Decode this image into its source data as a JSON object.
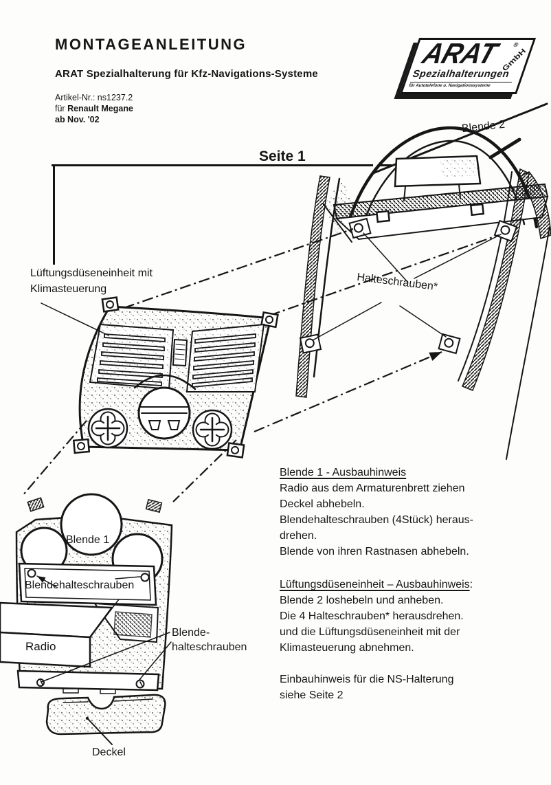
{
  "page": {
    "title": "MONTAGEANLEITUNG",
    "subtitle": "ARAT Spezialhalterung für Kfz-Navigations-Systeme",
    "article_no": "Artikel-Nr.: ns1237.2",
    "for_prefix": "für ",
    "vehicle": "Renault Megane",
    "from_date": "ab Nov. '02",
    "section_heading": "Seite 1"
  },
  "logo": {
    "brand": "ARAT",
    "registered": "®",
    "gmbh": "GmbH",
    "line1": "Spezialhalterungen",
    "line2": "für Autotelefone u. Navigationssysteme"
  },
  "diagram_labels": {
    "blende2": "Blende 2",
    "lueftung_line1": "Lüftungsdüseneinheit mit",
    "lueftung_line2": "Klimasteuerung",
    "halteschrauben": "Halteschrauben*",
    "blende1": "Blende 1",
    "blendehalteschrauben": "Blendehalteschrauben",
    "radio": "Radio",
    "blende_halteschrauben_line1": "Blende-",
    "blende_halteschrauben_line2": "halteschrauben",
    "deckel": "Deckel"
  },
  "instructions": {
    "block1": {
      "heading": "Blende 1  - Ausbauhinweis",
      "lines": [
        "Radio aus dem Armaturenbrett ziehen",
        "Deckel abhebeln.",
        "Blendehalteschrauben (4Stück) heraus-",
        "drehen.",
        "Blende von ihren Rastnasen abhebeln."
      ]
    },
    "block2": {
      "heading": "Lüftungsdüseneinheit – Ausbauhinweis",
      "heading_suffix": ":",
      "lines": [
        "Blende 2 loshebeln und anheben.",
        "Die 4 Halteschrauben* herausdrehen.",
        "und die Lüftungsdüseneinheit mit der",
        "Klimasteuerung abnehmen."
      ]
    },
    "block3": {
      "lines": [
        "Einbauhinweis für die NS-Halterung",
        "siehe Seite 2"
      ]
    }
  },
  "colors": {
    "ink": "#161616",
    "paper": "#fdfdfc"
  }
}
